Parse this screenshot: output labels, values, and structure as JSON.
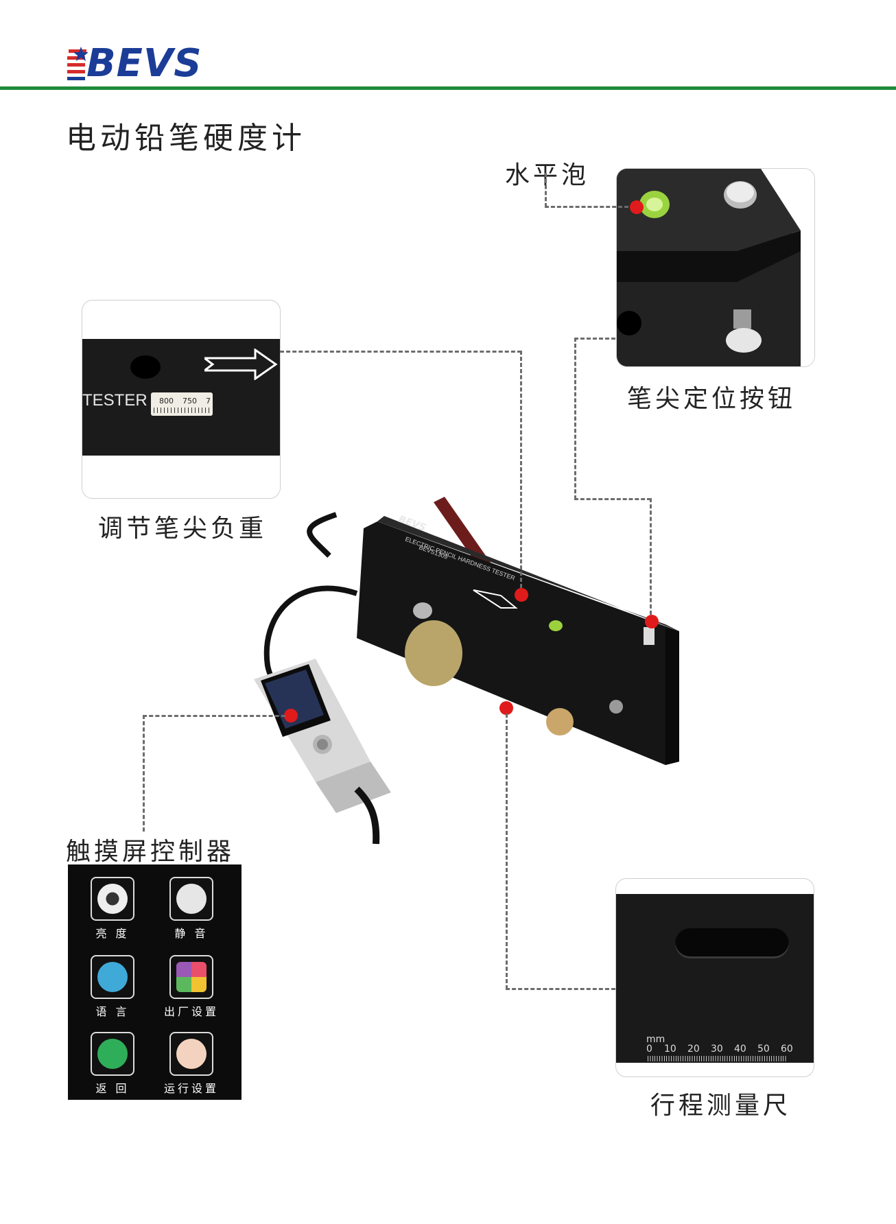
{
  "brand": {
    "logo_text": "BEVS"
  },
  "page": {
    "title": "电动铅笔硬度计"
  },
  "callouts": {
    "bubble_level": "水平泡",
    "pen_tip_button": "笔尖定位按钮",
    "tip_load": "调节笔尖负重",
    "touch_controller": "触摸屏控制器",
    "travel_ruler": "行程测量尺"
  },
  "tip_load_panel": {
    "tester_text": "TESTER",
    "scale_marks": [
      "800",
      "750",
      "7"
    ]
  },
  "device": {
    "brand": "BEVS",
    "model_line1": "ELECTRIC PENCIL HARDNESS TESTER",
    "model_line2": "BEVS1309"
  },
  "menu": {
    "items": [
      {
        "label": "亮 度",
        "icon": "brightness-icon"
      },
      {
        "label": "静 音",
        "icon": "mute-icon"
      },
      {
        "label": "语 言",
        "icon": "language-icon"
      },
      {
        "label": "出厂设置",
        "icon": "factory-reset-icon"
      },
      {
        "label": "返 回",
        "icon": "back-icon"
      },
      {
        "label": "运行设置",
        "icon": "run-settings-icon"
      }
    ]
  },
  "ruler": {
    "unit": "mm",
    "ticks": [
      "0",
      "10",
      "20",
      "30",
      "40",
      "50",
      "60"
    ]
  },
  "colors": {
    "brand_blue": "#1b3d97",
    "rule_green": "#1f8a3a",
    "marker_red": "#e01b1b"
  }
}
